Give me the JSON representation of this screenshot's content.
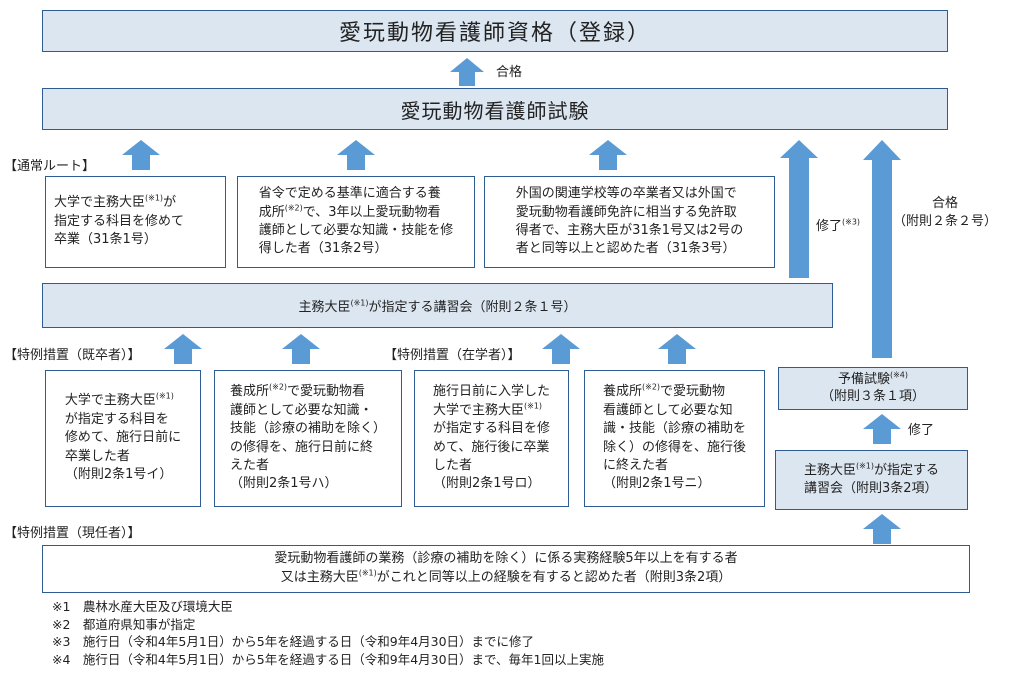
{
  "titles": {
    "qualification": "愛玩動物看護師資格（登録）",
    "exam": "愛玩動物看護師試験"
  },
  "labels": {
    "pass_top": "合格",
    "completion_mid": "修了",
    "completion_mid_note": "(※3)",
    "pass_right": "合格\n（附則２条２号）",
    "completion_right": "修了"
  },
  "sections": {
    "regular_route": "【通常ルート】",
    "special_graduates": "【特例措置（既卒者）】",
    "special_students": "【特例措置（在学者）】",
    "special_current": "【特例措置（現任者）】"
  },
  "regular": {
    "box1_a": "大学で主務大臣",
    "box1_sup": "(※1)",
    "box1_b": "が\n指定する科目を修めて\n卒業（31条1号）",
    "box2_a": "省令で定める基準に適合する養\n成所",
    "box2_sup": "(※2)",
    "box2_b": "で、3年以上愛玩動物看\n護師として必要な知識・技能を修\n得した者（31条2号）",
    "box3": "外国の関連学校等の卒業者又は外国で\n愛玩動物看護師免許に相当する免許取\n得者で、主務大臣が31条1号又は2号の\n者と同等以上と認めた者（31条3号）"
  },
  "course": {
    "a": "主務大臣",
    "sup": "(※1)",
    "b": "が指定する講習会（附則２条１号）"
  },
  "special": {
    "g1_a": "大学で主務大臣",
    "g1_sup": "(※1)",
    "g1_b": "\nが指定する科目を\n修めて、施行日前に\n卒業した者\n（附則2条1号イ）",
    "g2_a": "養成所",
    "g2_sup": "(※2)",
    "g2_b": "で愛玩動物看\n護師として必要な知識・\n技能（診療の補助を除く）\nの修得を、施行日前に終\nえた者\n（附則2条1号ハ）",
    "s1_a": "施行日前に入学した\n大学で主務大臣",
    "s1_sup": "(※1)",
    "s1_b": "\nが指定する科目を修\nめて、施行後に卒業\nした者\n（附則2条1号ロ）",
    "s2_a": "養成所",
    "s2_sup": "(※2)",
    "s2_b": "で愛玩動物\n看護師として必要な知\n識・技能（診療の補助を\n除く）の修得を、施行後\nに終えた者\n（附則2条1号ニ）"
  },
  "right": {
    "prelim_a": "予備試験",
    "prelim_sup": "(※4)",
    "prelim_b": "\n（附則３条１項）",
    "course_a": "主務大臣",
    "course_sup": "(※1)",
    "course_b": "が指定する\n講習会（附則3条2項）"
  },
  "current": {
    "line1": "愛玩動物看護師の業務（診療の補助を除く）に係る実務経験5年以上を有する者",
    "line2_a": "又は主務大臣",
    "line2_sup": "(※1)",
    "line2_b": "がこれと同等以上の経験を有すると認めた者（附則3条2項）"
  },
  "notes": [
    "※1　農林水産大臣及び環境大臣",
    "※2　都道府県知事が指定",
    "※3　施行日（令和4年5月1日）から5年を経過する日（令和9年4月30日）までに修了",
    "※4　施行日（令和4年5月1日）から5年を経過する日（令和9年4月30日）まで、毎年1回以上実施"
  ],
  "colors": {
    "arrow": "#5B9BD5",
    "border": "#2E5C93",
    "fill": "#DCE6F1"
  }
}
